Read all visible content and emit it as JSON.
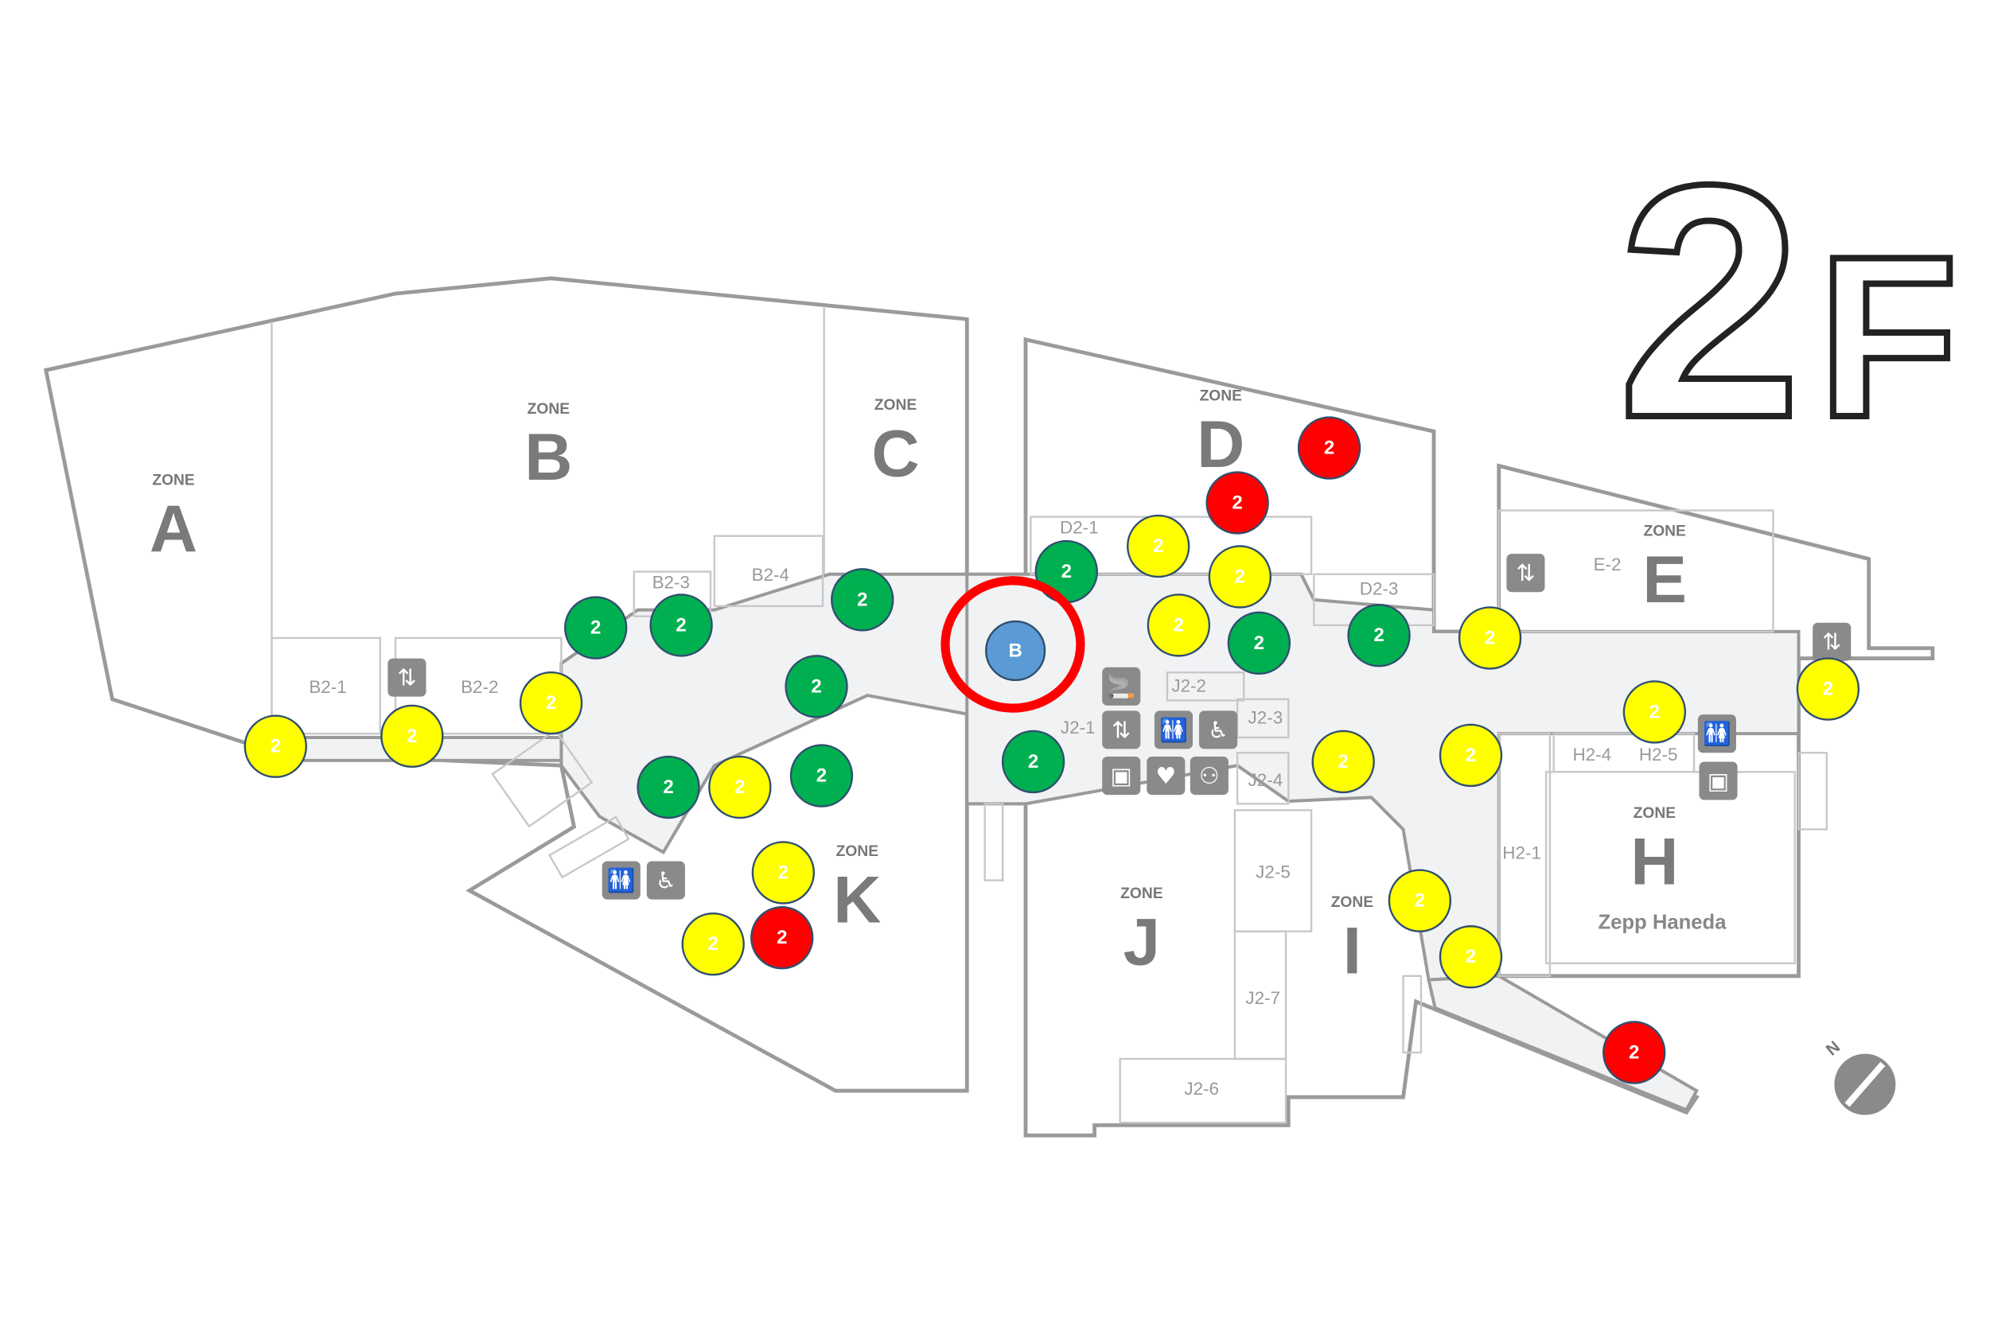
{
  "floor": {
    "number": "2",
    "suffix": "F"
  },
  "zone_word": "ZONE",
  "zones": [
    {
      "letter": "A"
    },
    {
      "letter": "B"
    },
    {
      "letter": "C"
    },
    {
      "letter": "D"
    },
    {
      "letter": "E"
    },
    {
      "letter": "H"
    },
    {
      "letter": "J"
    },
    {
      "letter": "I"
    },
    {
      "letter": "K"
    }
  ],
  "venue": "Zepp Haneda",
  "rooms": [
    "B2-1",
    "B2-2",
    "B2-3",
    "B2-4",
    "D2-1",
    "D2-3",
    "E-2",
    "J2-1",
    "J2-2",
    "J2-3",
    "J2-4",
    "J2-5",
    "J2-7",
    "J2-6",
    "H2-1",
    "H2-4",
    "H2-5"
  ],
  "colors": {
    "green": "#00b050",
    "yellow": "#ffff00",
    "red": "#ff0000",
    "blue": "#5b9bd5",
    "highlight": "#ff0000"
  },
  "selected_marker": {
    "label": "B",
    "status": "blue"
  },
  "markers": [
    {
      "label": "2",
      "status": "green"
    },
    {
      "label": "2",
      "status": "green"
    },
    {
      "label": "2",
      "status": "green"
    },
    {
      "label": "2",
      "status": "green"
    },
    {
      "label": "2",
      "status": "green"
    },
    {
      "label": "2",
      "status": "green"
    },
    {
      "label": "2",
      "status": "green"
    },
    {
      "label": "2",
      "status": "green"
    },
    {
      "label": "2",
      "status": "green"
    },
    {
      "label": "2",
      "status": "green"
    },
    {
      "label": "2",
      "status": "yellow"
    },
    {
      "label": "2",
      "status": "yellow"
    },
    {
      "label": "2",
      "status": "yellow"
    },
    {
      "label": "2",
      "status": "yellow"
    },
    {
      "label": "2",
      "status": "yellow"
    },
    {
      "label": "2",
      "status": "yellow"
    },
    {
      "label": "2",
      "status": "yellow"
    },
    {
      "label": "2",
      "status": "yellow"
    },
    {
      "label": "2",
      "status": "yellow"
    },
    {
      "label": "2",
      "status": "yellow"
    },
    {
      "label": "2",
      "status": "yellow"
    },
    {
      "label": "2",
      "status": "yellow"
    },
    {
      "label": "2",
      "status": "yellow"
    },
    {
      "label": "2",
      "status": "yellow"
    },
    {
      "label": "2",
      "status": "yellow"
    },
    {
      "label": "2",
      "status": "yellow"
    },
    {
      "label": "2",
      "status": "red"
    },
    {
      "label": "2",
      "status": "red"
    },
    {
      "label": "2",
      "status": "red"
    },
    {
      "label": "2",
      "status": "red"
    }
  ],
  "facility_icons": [
    {
      "icon": "elevator-icon",
      "glyph": "⇅"
    },
    {
      "icon": "elevator-icon",
      "glyph": "⇅"
    },
    {
      "icon": "elevator-icon",
      "glyph": "⇅"
    },
    {
      "icon": "elevator-icon",
      "glyph": "⇅"
    },
    {
      "icon": "restroom-icon",
      "glyph": "🚻"
    },
    {
      "icon": "restroom-icon",
      "glyph": "🚻"
    },
    {
      "icon": "restroom-icon",
      "glyph": "🚻"
    },
    {
      "icon": "wheelchair-icon",
      "glyph": "♿"
    },
    {
      "icon": "wheelchair-icon",
      "glyph": "♿"
    },
    {
      "icon": "smoking-area-icon",
      "glyph": "🚬"
    },
    {
      "icon": "locker-icon",
      "glyph": "▣"
    },
    {
      "icon": "locker-icon",
      "glyph": "▣"
    },
    {
      "icon": "nursing-room-icon",
      "glyph": "♥"
    },
    {
      "icon": "family-restroom-icon",
      "glyph": "⚇"
    }
  ],
  "compass": {
    "label": "N"
  }
}
